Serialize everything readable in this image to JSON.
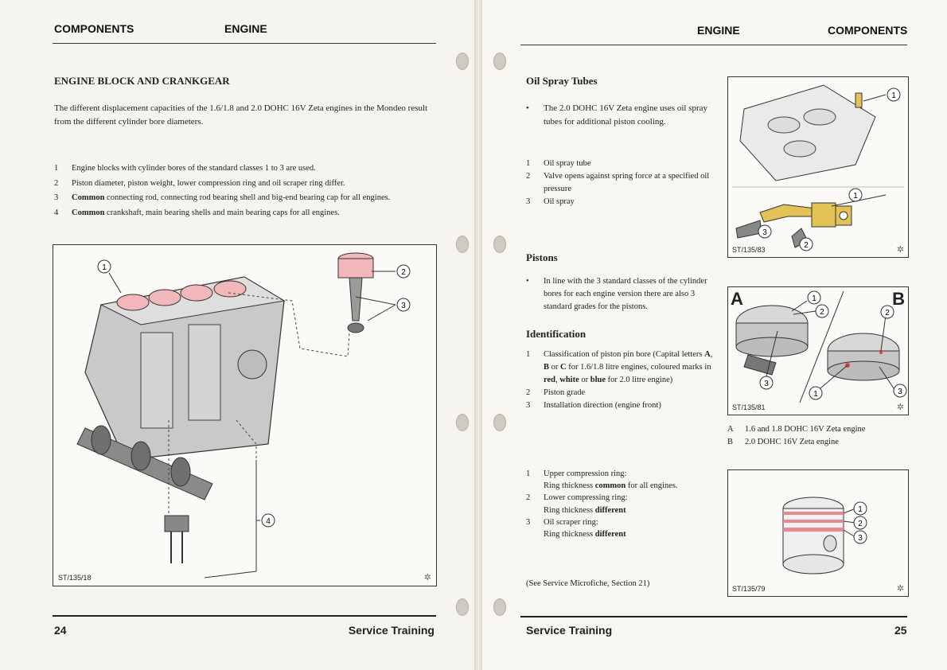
{
  "left": {
    "header": {
      "section": "COMPONENTS",
      "topic": "ENGINE"
    },
    "title": "ENGINE BLOCK AND CRANKGEAR",
    "intro": "The different displacement capacities of the 1.6/1.8 and 2.0 DOHC 16V Zeta engines in the Mondeo result from the different cylinder bore diameters.",
    "items": [
      {
        "num": "1",
        "bold": "",
        "text": "Engine blocks with cylinder bores of the standard classes 1 to 3 are used."
      },
      {
        "num": "2",
        "bold": "",
        "text": "Piston diameter, piston weight, lower compression ring and oil scraper ring differ."
      },
      {
        "num": "3",
        "bold": "Common",
        "text": " connecting rod, connecting rod bearing shell and big-end bearing cap for all engines."
      },
      {
        "num": "4",
        "bold": "Common",
        "text": " crankshaft, main bearing shells and main bearing caps for all engines."
      }
    ],
    "figure": {
      "code": "ST/135/18",
      "callouts": [
        "1",
        "2",
        "3",
        "4"
      ]
    },
    "footer": {
      "page": "24",
      "brand": "Service Training"
    }
  },
  "right": {
    "header": {
      "topic": "ENGINE",
      "section": "COMPONENTS"
    },
    "oil": {
      "title": "Oil Spray Tubes",
      "bullet": "The 2.0 DOHC 16V Zeta engine uses oil spray tubes for additional piston cooling.",
      "items": [
        {
          "num": "1",
          "text": "Oil spray tube"
        },
        {
          "num": "2",
          "text": "Valve opens against spring force at a specified oil pressure"
        },
        {
          "num": "3",
          "text": "Oil spray"
        }
      ],
      "figure": {
        "code": "ST/135/83",
        "callouts": [
          "1",
          "1",
          "2",
          "3"
        ]
      }
    },
    "pistons": {
      "title": "Pistons",
      "bullet": "In line with the 3 standard classes of the cylinder bores for each engine version there are also 3 standard grades for the pistons."
    },
    "identification": {
      "title": "Identification",
      "item1": {
        "num": "1",
        "a": "Classification of piston pin bore (Capital letters ",
        "A": "A",
        "c1": ", ",
        "B": "B",
        "c2": " or ",
        "C": "C",
        "b": " for 1.6/1.8 litre engines, coloured marks in ",
        "red": "red",
        "c3": ", ",
        "white": "white",
        "c4": " or ",
        "blue": "blue",
        "c5": " for 2.0 litre engine)"
      },
      "item2": {
        "num": "2",
        "text": "Piston grade"
      },
      "item3": {
        "num": "3",
        "text": "Installation direction (engine front)"
      },
      "figure": {
        "code": "ST/135/81",
        "labelA": "A",
        "labelB": "B",
        "callouts": [
          "1",
          "2",
          "3",
          "2",
          "1",
          "3"
        ]
      },
      "legend": [
        {
          "key": "A",
          "text": "1.6 and 1.8 DOHC 16V Zeta engine"
        },
        {
          "key": "B",
          "text": "2.0 DOHC 16V Zeta engine"
        }
      ]
    },
    "rings": {
      "items": [
        {
          "num": "1",
          "l1": "Upper compression ring:",
          "l2a": "Ring thickness ",
          "l2b": "common",
          "l2c": " for all engines."
        },
        {
          "num": "2",
          "l1": "Lower compressing ring:",
          "l2a": "Ring thickness ",
          "l2b": "different",
          "l2c": ""
        },
        {
          "num": "3",
          "l1": "Oil scraper ring:",
          "l2a": "Ring thickness ",
          "l2b": "different",
          "l2c": ""
        }
      ],
      "figure": {
        "code": "ST/135/79",
        "callouts": [
          "1",
          "2",
          "3"
        ]
      }
    },
    "see": "(See Service Microfiche, Section 21)",
    "footer": {
      "brand": "Service Training",
      "page": "25"
    }
  }
}
